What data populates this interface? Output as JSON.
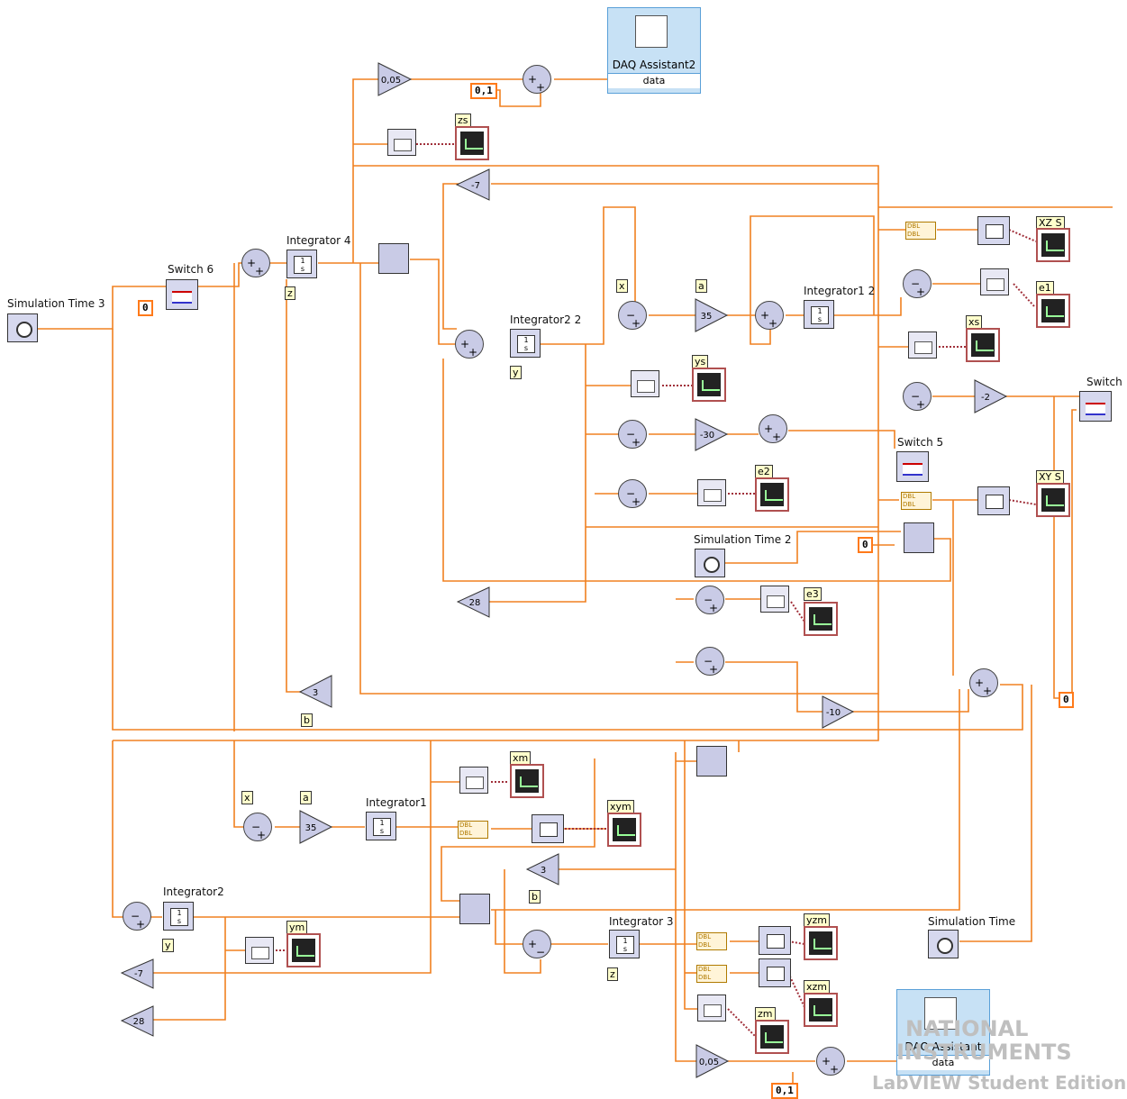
{
  "labels": {
    "sim_time_3": "Simulation Time 3",
    "switch_6": "Switch 6",
    "integrator_4": "Integrator 4",
    "integrator2_2": "Integrator2 2",
    "integrator1_2": "Integrator1 2",
    "sim_time_2": "Simulation Time 2",
    "switch_5": "Switch 5",
    "switch": "Switch",
    "integrator1": "Integrator1",
    "integrator2": "Integrator2",
    "integrator_3": "Integrator 3",
    "sim_time": "Simulation Time",
    "daq2_title": "DAQ Assistant2",
    "daq2_port": "data",
    "daq_title": "DAQ Assistant",
    "daq_port": "data"
  },
  "tags": {
    "z_top": "z",
    "x_top": "x",
    "a_top": "a",
    "y_top": "y",
    "b_top": "b",
    "x_bot": "x",
    "a_bot": "a",
    "y_bot": "y",
    "b_bot": "b",
    "z_bot": "z"
  },
  "scopes": {
    "zs": "zs",
    "xzs": "XZ S",
    "e1": "e1",
    "xs": "xs",
    "ys": "ys",
    "e2": "e2",
    "xys": "XY S",
    "e3": "e3",
    "xm": "xm",
    "xym": "xym",
    "ym": "ym",
    "yzm": "yzm",
    "xzm": "xzm",
    "zm": "zm"
  },
  "constants": {
    "c01_top": "0,1",
    "c0_sw6": "0",
    "c0_sw5": "0",
    "c0_sw": "0",
    "c01_bot": "0,1"
  },
  "gains": {
    "g005_top": "0,05",
    "gm7_top": "-7",
    "g35_top": "35",
    "gm30": "-30",
    "g28_top": "28",
    "g3_top": "3",
    "gm2": "-2",
    "gm10": "-10",
    "g35_bot": "35",
    "g3_bot": "3",
    "gm7_bot": "-7",
    "g28_bot": "28",
    "g005_bot": "0,05"
  },
  "watermark": {
    "line1": "NATIONAL",
    "line2": "INSTRUMENTS",
    "line3": "LabVIEW Student Edition"
  }
}
